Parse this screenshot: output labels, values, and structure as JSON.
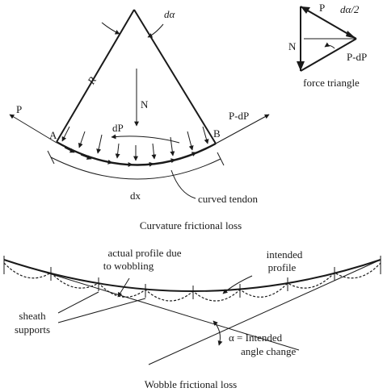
{
  "top_panel": {
    "caption": "Curvature frictional loss",
    "labels": {
      "angle": "dα",
      "radius": "R",
      "normal_force": "N",
      "tension_left": "P",
      "tension_right": "P-dP",
      "point_a": "A",
      "point_b": "B",
      "friction_change": "dP",
      "length": "dx",
      "tendon": "curved tendon"
    }
  },
  "force_triangle": {
    "caption": "force triangle",
    "labels": {
      "p": "P",
      "half_angle": "dα/2",
      "n": "N",
      "p_minus_dp": "P-dP"
    }
  },
  "bottom_panel": {
    "caption": "Wobble frictional loss",
    "labels": {
      "actual_profile_line1": "actual profile due",
      "actual_profile_line2": "to wobbling",
      "intended_profile_line1": "intended",
      "intended_profile_line2": "profile",
      "sheath_line1": "sheath",
      "sheath_line2": "supports",
      "alpha_line1": "α = Intended",
      "alpha_line2": "angle change"
    }
  },
  "colors": {
    "ink": "#1a1a1a",
    "background": "#ffffff"
  }
}
